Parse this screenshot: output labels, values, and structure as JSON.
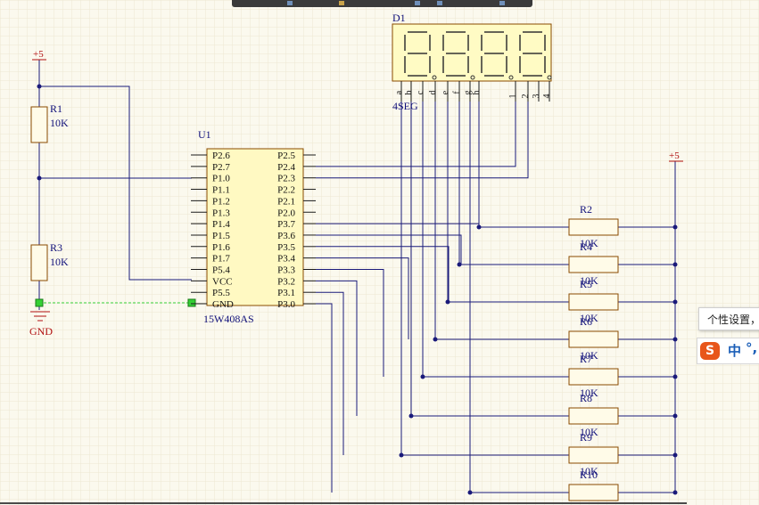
{
  "colors": {
    "wire": "#1a1a7a",
    "body_fill": "#fff9c2",
    "body_stroke": "#8a4a00",
    "pin": "#1a1a1a",
    "power_red": "#b01010",
    "label_blue": "#10107a",
    "grid": "#ece7d2",
    "seg_fill": "#fffbc4",
    "net_green": "#35d035"
  },
  "power": {
    "left_vcc": "+5",
    "right_vcc": "+5",
    "gnd": "GND"
  },
  "resistors": [
    {
      "ref": "R1",
      "value": "10K"
    },
    {
      "ref": "R3",
      "value": "10K"
    },
    {
      "ref": "R2",
      "value": "10K"
    },
    {
      "ref": "R4",
      "value": "10K"
    },
    {
      "ref": "R5",
      "value": "10K"
    },
    {
      "ref": "R6",
      "value": "10K"
    },
    {
      "ref": "R7",
      "value": "10K"
    },
    {
      "ref": "R8",
      "value": "10K"
    },
    {
      "ref": "R9",
      "value": "10K"
    },
    {
      "ref": "R10",
      "value": ""
    }
  ],
  "mcu": {
    "ref": "U1",
    "part": "15W408AS",
    "left_pins": [
      "P2.6",
      "P2.7",
      "P1.0",
      "P1.1",
      "P1.2",
      "P1.3",
      "P1.4",
      "P1.5",
      "P1.6",
      "P1.7",
      "P5.4",
      "VCC",
      "P5.5",
      "GND"
    ],
    "right_pins": [
      "P2.5",
      "P2.4",
      "P2.3",
      "P2.2",
      "P2.1",
      "P2.0",
      "P3.7",
      "P3.6",
      "P3.5",
      "P3.4",
      "P3.3",
      "P3.2",
      "P3.1",
      "P3.0"
    ]
  },
  "display": {
    "ref": "D1",
    "part": "4SEG",
    "digit_count": 4,
    "segment_pins": [
      "a",
      "b",
      "c",
      "d",
      "e",
      "f",
      "g",
      "h"
    ],
    "digit_pins": [
      "1",
      "2",
      "3",
      "4"
    ]
  },
  "overlays": {
    "tooltip_text": "个性设置，",
    "ime_logo": "S",
    "ime_mode": "中",
    "ime_punct": "°,"
  }
}
